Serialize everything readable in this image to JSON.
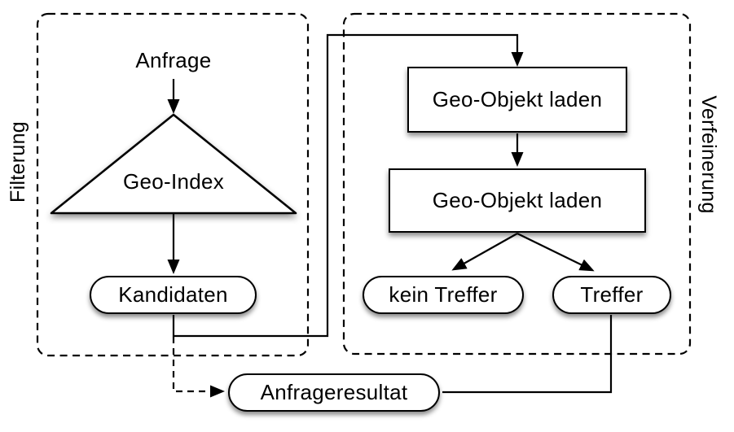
{
  "diagram": {
    "regions": {
      "filterung": "Filterung",
      "verfeinerung": "Verfeinerung"
    },
    "nodes": {
      "anfrage": "Anfrage",
      "geo_index": "Geo-Index",
      "kandidaten": "Kandidaten",
      "load1": "Geo-Objekt laden",
      "load2": "Geo-Objekt laden",
      "kein_treffer": "kein Treffer",
      "treffer": "Treffer",
      "anfrageresultat": "Anfrageresultat"
    },
    "edges": [
      {
        "from": "anfrage",
        "to": "geo_index",
        "style": "solid-arrow"
      },
      {
        "from": "geo_index",
        "to": "kandidaten",
        "style": "solid-arrow"
      },
      {
        "from": "kandidaten",
        "to": "load1",
        "style": "solid-arrow"
      },
      {
        "from": "load1",
        "to": "load2",
        "style": "solid-arrow"
      },
      {
        "from": "load2",
        "to": "kein_treffer",
        "style": "solid-arrow"
      },
      {
        "from": "load2",
        "to": "treffer",
        "style": "solid-arrow"
      },
      {
        "from": "treffer",
        "to": "anfrageresultat",
        "style": "solid-line"
      },
      {
        "from": "kandidaten",
        "to": "anfrageresultat",
        "style": "dashed-arrow"
      }
    ],
    "colors": {
      "stroke": "#000000",
      "node_fill": "#ffffff",
      "background": "#ffffff"
    }
  }
}
